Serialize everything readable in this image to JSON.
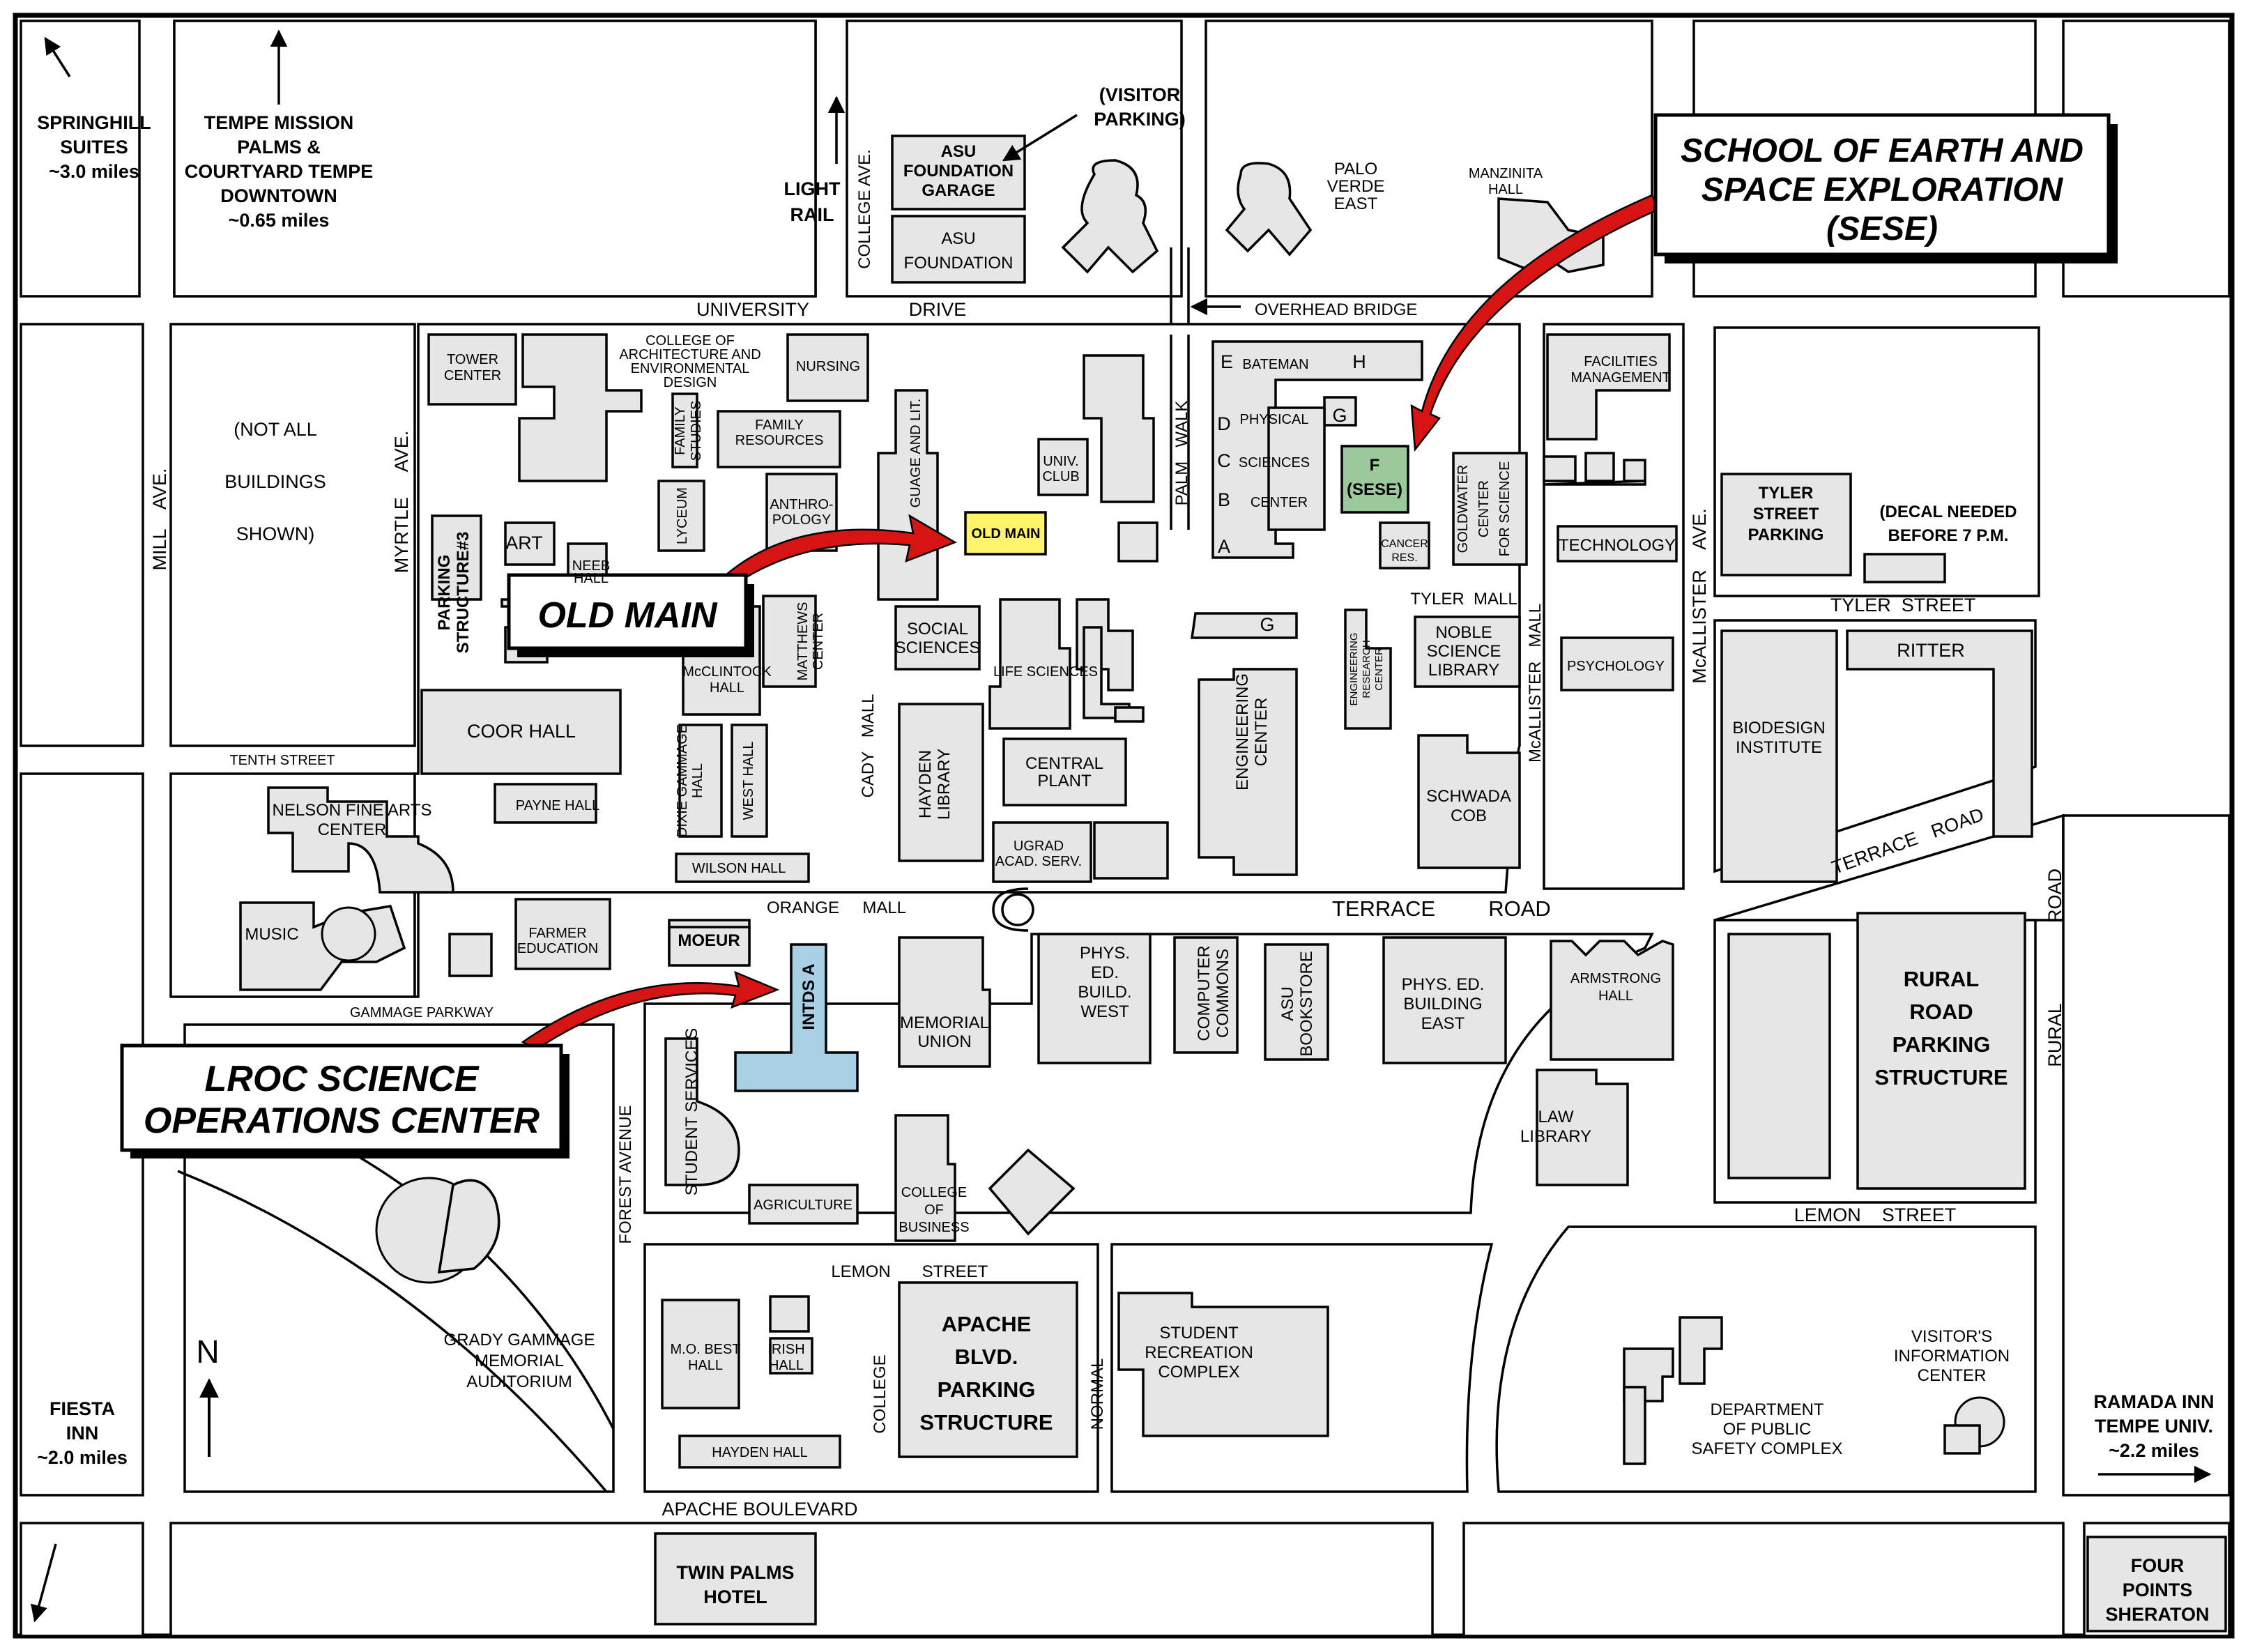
{
  "callouts": {
    "sese_line1": "SCHOOL OF EARTH AND",
    "sese_line2": "SPACE EXPLORATION",
    "sese_line3": "(SESE)",
    "oldmain": "OLD MAIN",
    "lroc_line1": "LROC SCIENCE",
    "lroc_line2": "OPERATIONS CENTER"
  },
  "destinations": {
    "springhill": [
      "SPRINGHILL",
      "SUITES",
      "~3.0 miles"
    ],
    "mission": [
      "TEMPE MISSION",
      "PALMS &",
      "COURTYARD TEMPE",
      "DOWNTOWN",
      "~0.65 miles"
    ],
    "fiesta": [
      "FIESTA",
      "INN",
      "~2.0 miles"
    ],
    "ramada": [
      "RAMADA INN",
      "TEMPE UNIV.",
      "~2.2 miles"
    ],
    "fourpoints": [
      "FOUR",
      "POINTS",
      "SHERATON"
    ],
    "twinpalms": [
      "TWIN PALMS",
      "HOTEL"
    ]
  },
  "streets": {
    "university": "UNIVERSITY",
    "drive": "DRIVE",
    "overhead": "OVERHEAD BRIDGE",
    "tenth": "TENTH STREET",
    "gammage": "GAMMAGE PARKWAY",
    "orange": "ORANGE     MALL",
    "terrace1": "TERRACE",
    "terrace2": "ROAD",
    "terrace_diag": "TERRACE   ROAD",
    "tyler_mall": "TYLER  MALL",
    "tyler_street": "TYLER  STREET",
    "lemon1": "LEMON",
    "lemon2": "STREET",
    "lemon_east": "LEMON    STREET",
    "apache": "APACHE BOULEVARD",
    "mill": "MILL    AVE.",
    "myrtle": "MYRTLE     AVE.",
    "college_ave": "COLLEGE AVE.",
    "college": "COLLEGE",
    "normal": "NORMAL",
    "forest": "FOREST AVENUE",
    "cady": "CADY   MALL",
    "palm": "PALM   WALK",
    "mcallister_mall": "McALLISTER   MALL",
    "mcallister_ave": "McALLISTER    AVE.",
    "rural": "RURAL",
    "road": "ROAD",
    "light_rail": [
      "LIGHT",
      "RAIL"
    ]
  },
  "north": "N",
  "not_all": [
    "(NOT ALL",
    "BUILDINGS",
    "SHOWN)"
  ],
  "visitor_parking": [
    "(VISITOR",
    "PARKING)"
  ],
  "tyler_parking": [
    "TYLER",
    "STREET",
    "PARKING"
  ],
  "decal": [
    "(DECAL NEEDED",
    "BEFORE 7 P.M."
  ],
  "buildings": {
    "asu_garage": [
      "ASU",
      "FOUNDATION",
      "GARAGE"
    ],
    "asu_foundation": [
      "ASU",
      "FOUNDATION"
    ],
    "palo_verde": [
      "PALO",
      "VERDE",
      "EAST"
    ],
    "manzanita": [
      "MANZINITA",
      "HALL"
    ],
    "tower": [
      "TOWER",
      "CENTER"
    ],
    "architecture": [
      "COLLEGE OF",
      "ARCHITECTURE AND",
      "ENVIRONMENTAL",
      "DESIGN"
    ],
    "nursing": "NURSING",
    "family_studies": [
      "FAMILY",
      "STUDIES"
    ],
    "family_resources": [
      "FAMILY",
      "RESOURCES"
    ],
    "language": "GUAGE AND LIT.",
    "univ_club": [
      "UNIV.",
      "CLUB"
    ],
    "old_main": "OLD MAIN",
    "lyceum": "LYCEUM",
    "anthropology": [
      "ANTHRO-",
      "POLOGY"
    ],
    "art": "ART",
    "neeb": [
      "NEEB",
      "HALL"
    ],
    "parking3": [
      "PARKING",
      "STRUCTURE#3"
    ],
    "matthews": [
      "MATTHEWS",
      "CENTER"
    ],
    "mcclintock": [
      "McCLINTOCK",
      "HALL"
    ],
    "social": [
      "SOCIAL",
      "SCIENCES"
    ],
    "life": "LIFE SCIENCES",
    "coor": "COOR HALL",
    "dixie": [
      "DIXIE GAMMAGE",
      "HALL"
    ],
    "west_hall": "WEST HALL",
    "hayden_lib": [
      "HAYDEN",
      "LIBRARY"
    ],
    "central": [
      "CENTRAL",
      "PLANT"
    ],
    "ugrad": [
      "UGRAD",
      "ACAD. SERV."
    ],
    "wilson": "WILSON HALL",
    "nelson": [
      "NELSON FINE ARTS",
      "CENTER"
    ],
    "payne": "PAYNE HALL",
    "music": "MUSIC",
    "farmer": [
      "FARMER",
      "EDUCATION"
    ],
    "moeur": "MOEUR",
    "intds": "INTDS A",
    "memorial": [
      "MEMORIAL",
      "UNION"
    ],
    "phys_west": [
      "PHYS.",
      "ED.",
      "BUILD.",
      "WEST"
    ],
    "computer": [
      "COMPUTER",
      "COMMONS"
    ],
    "bookstore": [
      "ASU",
      "BOOKSTORE"
    ],
    "phys_east": [
      "PHYS. ED.",
      "BUILDING",
      "EAST"
    ],
    "armstrong": [
      "ARMSTRONG",
      "HALL"
    ],
    "law": [
      "LAW",
      "LIBRARY"
    ],
    "student_services": "STUDENT SERVICES",
    "agriculture": "AGRICULTURE",
    "cob": [
      "COLLEGE",
      "OF",
      "BUSINESS"
    ],
    "grady": [
      "GRADY GAMMAGE",
      "MEMORIAL",
      "AUDITORIUM"
    ],
    "mo_best": [
      "M.O. BEST",
      "HALL"
    ],
    "irish": [
      "IRISH",
      "HALL"
    ],
    "hayden_hall": "HAYDEN HALL",
    "apache_parking": [
      "APACHE",
      "BLVD.",
      "PARKING",
      "STRUCTURE"
    ],
    "recreation": [
      "STUDENT",
      "RECREATION",
      "COMPLEX"
    ],
    "dps": [
      "DEPARTMENT",
      "OF PUBLIC",
      "SAFETY COMPLEX"
    ],
    "visitor_info": [
      "VISITOR'S",
      "INFORMATION",
      "CENTER"
    ],
    "rural_parking": [
      "RURAL",
      "ROAD",
      "PARKING",
      "STRUCTURE"
    ],
    "biodesign": [
      "BIODESIGN",
      "INSTITUTE"
    ],
    "ritter": "RITTER",
    "psychology": "PSYCHOLOGY",
    "schwada": [
      "SCHWADA",
      "COB"
    ],
    "noble": [
      "NOBLE",
      "SCIENCE",
      "LIBRARY"
    ],
    "eng_research": [
      "ENGINEERING",
      "RESEARCH",
      "CENTER"
    ],
    "eng_center": [
      "ENGINEERING",
      "CENTER"
    ],
    "g_lower": "G",
    "technology": "TECHNOLOGY",
    "facilities": [
      "FACILITIES",
      "MANAGEMENT"
    ],
    "goldwater": [
      "GOLDWATER",
      "CENTER",
      "FOR SCIENCE"
    ],
    "cancer": [
      "CANCER",
      "RES."
    ],
    "sese_f": [
      "F",
      "(SESE)"
    ],
    "bateman": "BATEMAN",
    "physical": "PHYSICAL",
    "sciences": "SCIENCES",
    "center": "CENTER",
    "letters": [
      "E",
      "H",
      "D",
      "C",
      "B",
      "A",
      "G"
    ]
  },
  "colors": {
    "old_main": "#fef36a",
    "sese": "#9cc99c",
    "intds": "#a9cfe4",
    "arrow": "#d61414"
  }
}
